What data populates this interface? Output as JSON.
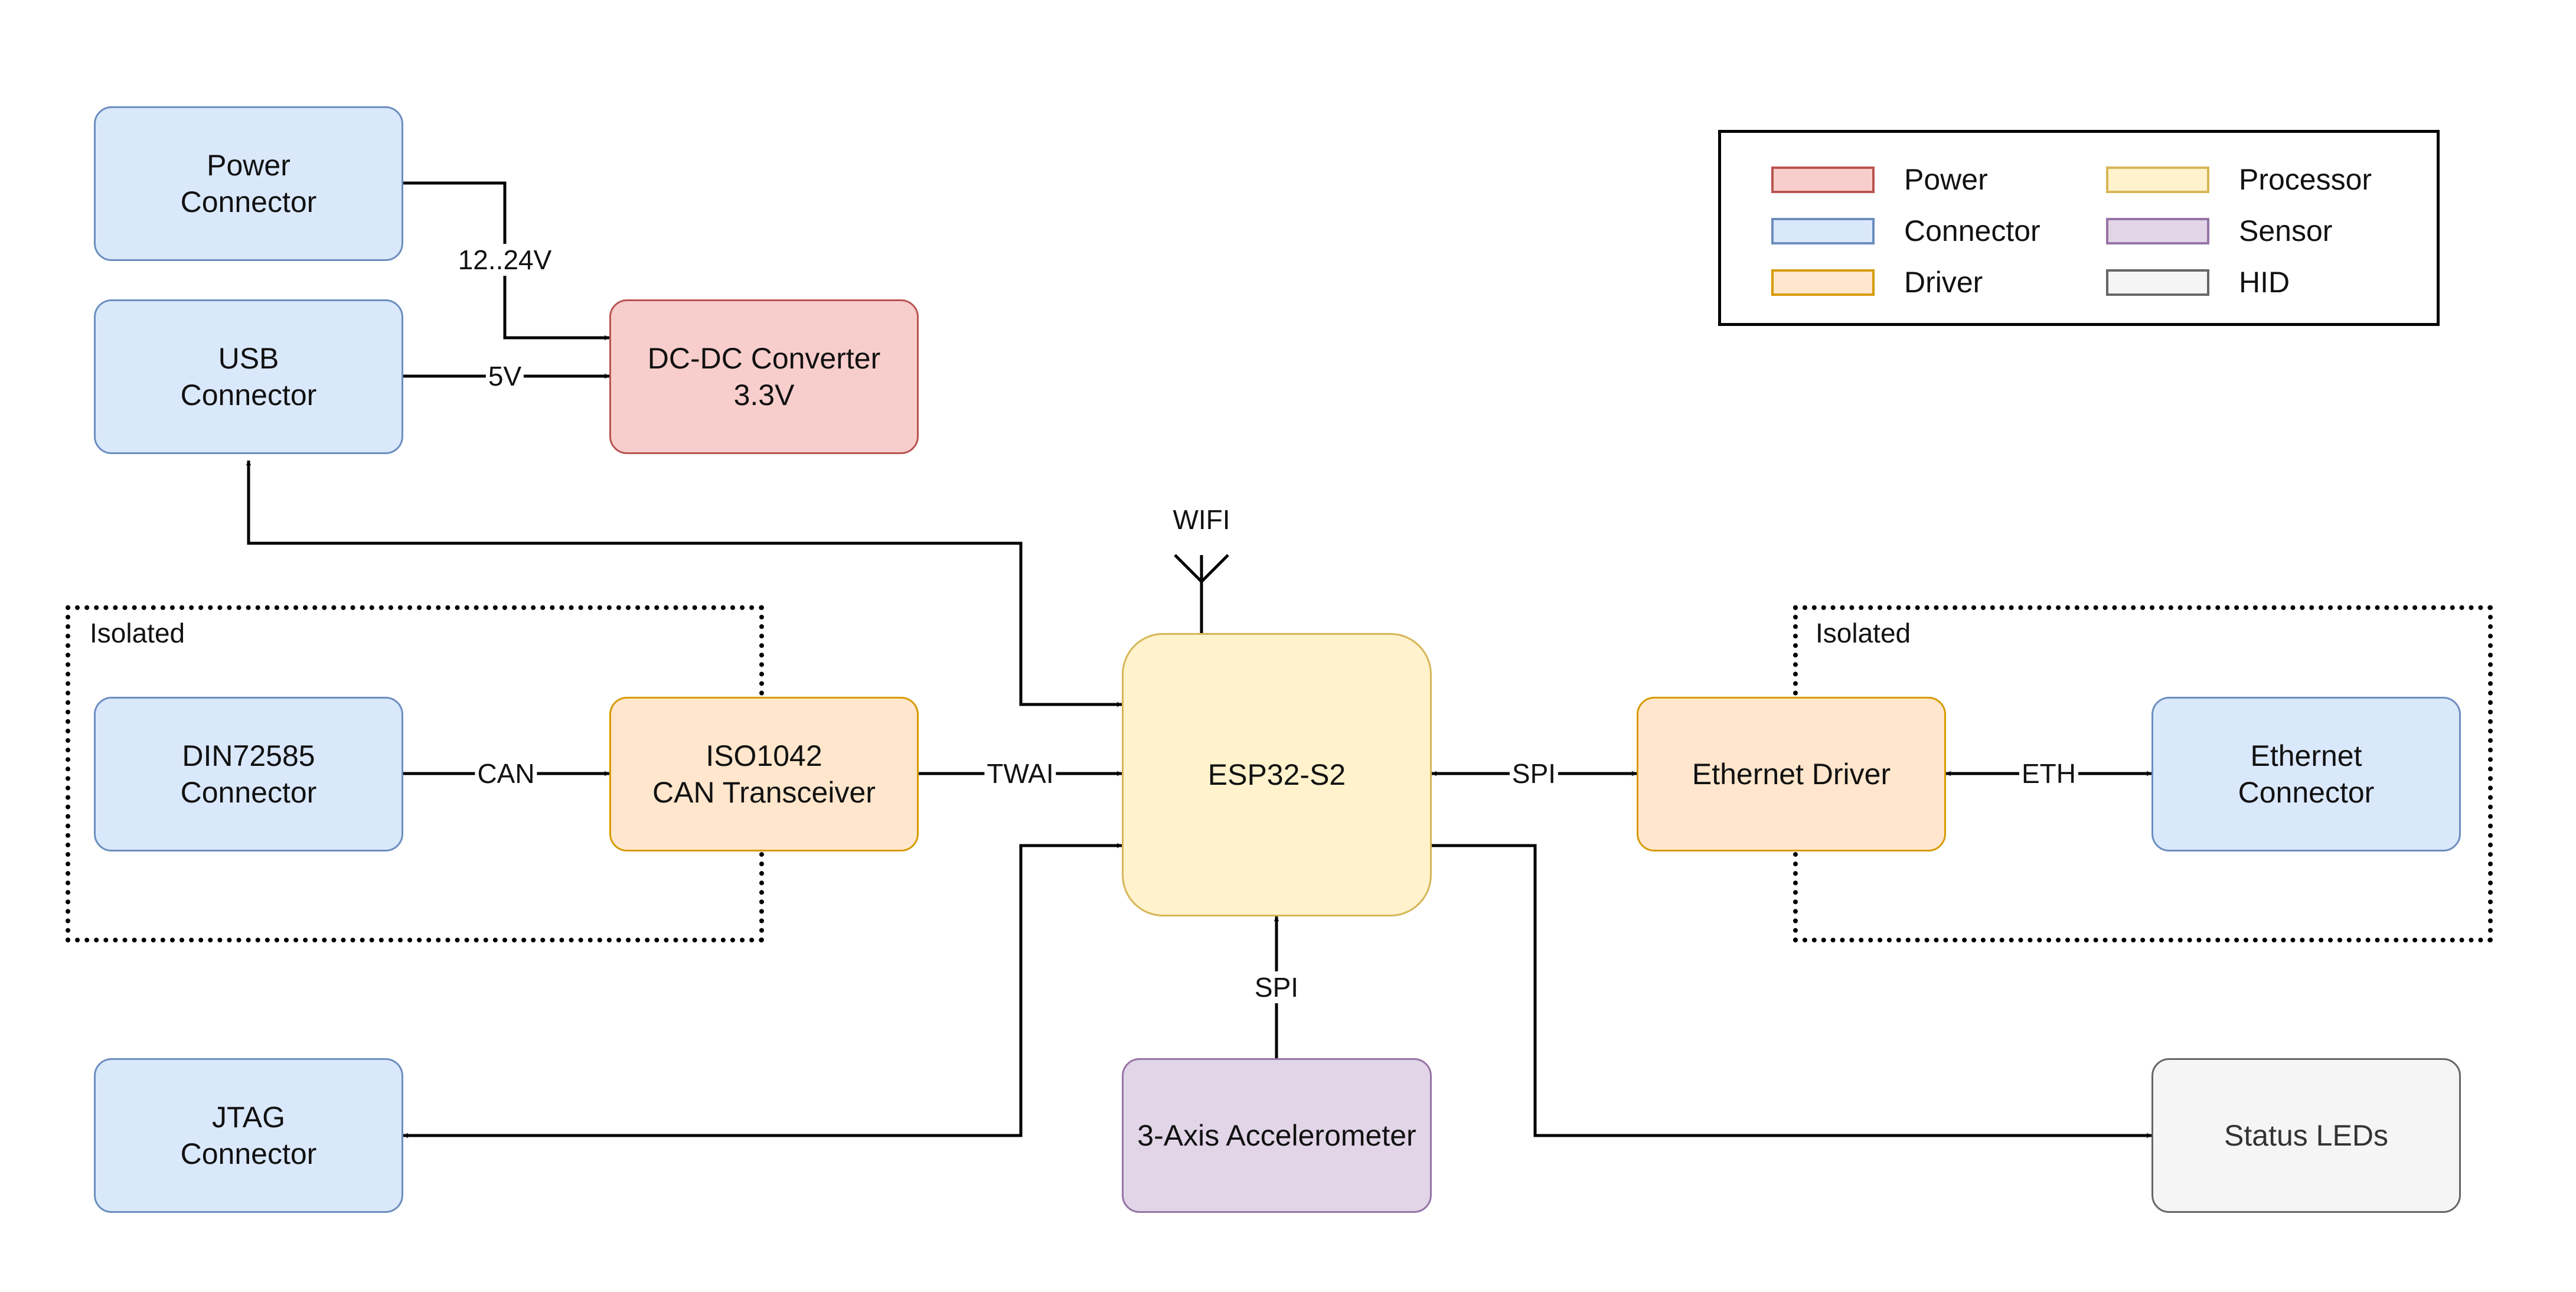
{
  "nodes": {
    "power_connector": [
      "Power",
      "Connector"
    ],
    "usb_connector": [
      "USB",
      "Connector"
    ],
    "dcdc_converter": [
      "DC-DC Converter",
      "3.3V"
    ],
    "din_connector": [
      "DIN72585",
      "Connector"
    ],
    "can_transceiver": [
      "ISO1042",
      "CAN Transceiver"
    ],
    "esp32": [
      "ESP32-S2"
    ],
    "ethernet_driver": [
      "Ethernet Driver"
    ],
    "ethernet_connector": [
      "Ethernet",
      "Connector"
    ],
    "jtag_connector": [
      "JTAG",
      "Connector"
    ],
    "accelerometer": [
      "3-Axis Accelerometer"
    ],
    "status_leds": [
      "Status LEDs"
    ]
  },
  "edge_labels": {
    "power_to_dcdc": "12..24V",
    "usb_to_dcdc": "5V",
    "din_to_can": "CAN",
    "can_to_esp": "TWAI",
    "esp_to_eth": "SPI",
    "eth_to_conn": "ETH",
    "accel_to_esp": "SPI"
  },
  "antenna_label": "WIFI",
  "isolated_regions": [
    "Isolated",
    "Isolated"
  ],
  "legend": [
    {
      "label": "Power",
      "fill": "#f8cecc",
      "stroke": "#b85450"
    },
    {
      "label": "Processor",
      "fill": "#fff2cc",
      "stroke": "#d6b656"
    },
    {
      "label": "Connector",
      "fill": "#dae8fc",
      "stroke": "#6c8ebf"
    },
    {
      "label": "Sensor",
      "fill": "#e1d5e7",
      "stroke": "#9673a6"
    },
    {
      "label": "Driver",
      "fill": "#ffe6cc",
      "stroke": "#d79b00"
    },
    {
      "label": "HID",
      "fill": "#f5f5f5",
      "stroke": "#666666"
    }
  ]
}
